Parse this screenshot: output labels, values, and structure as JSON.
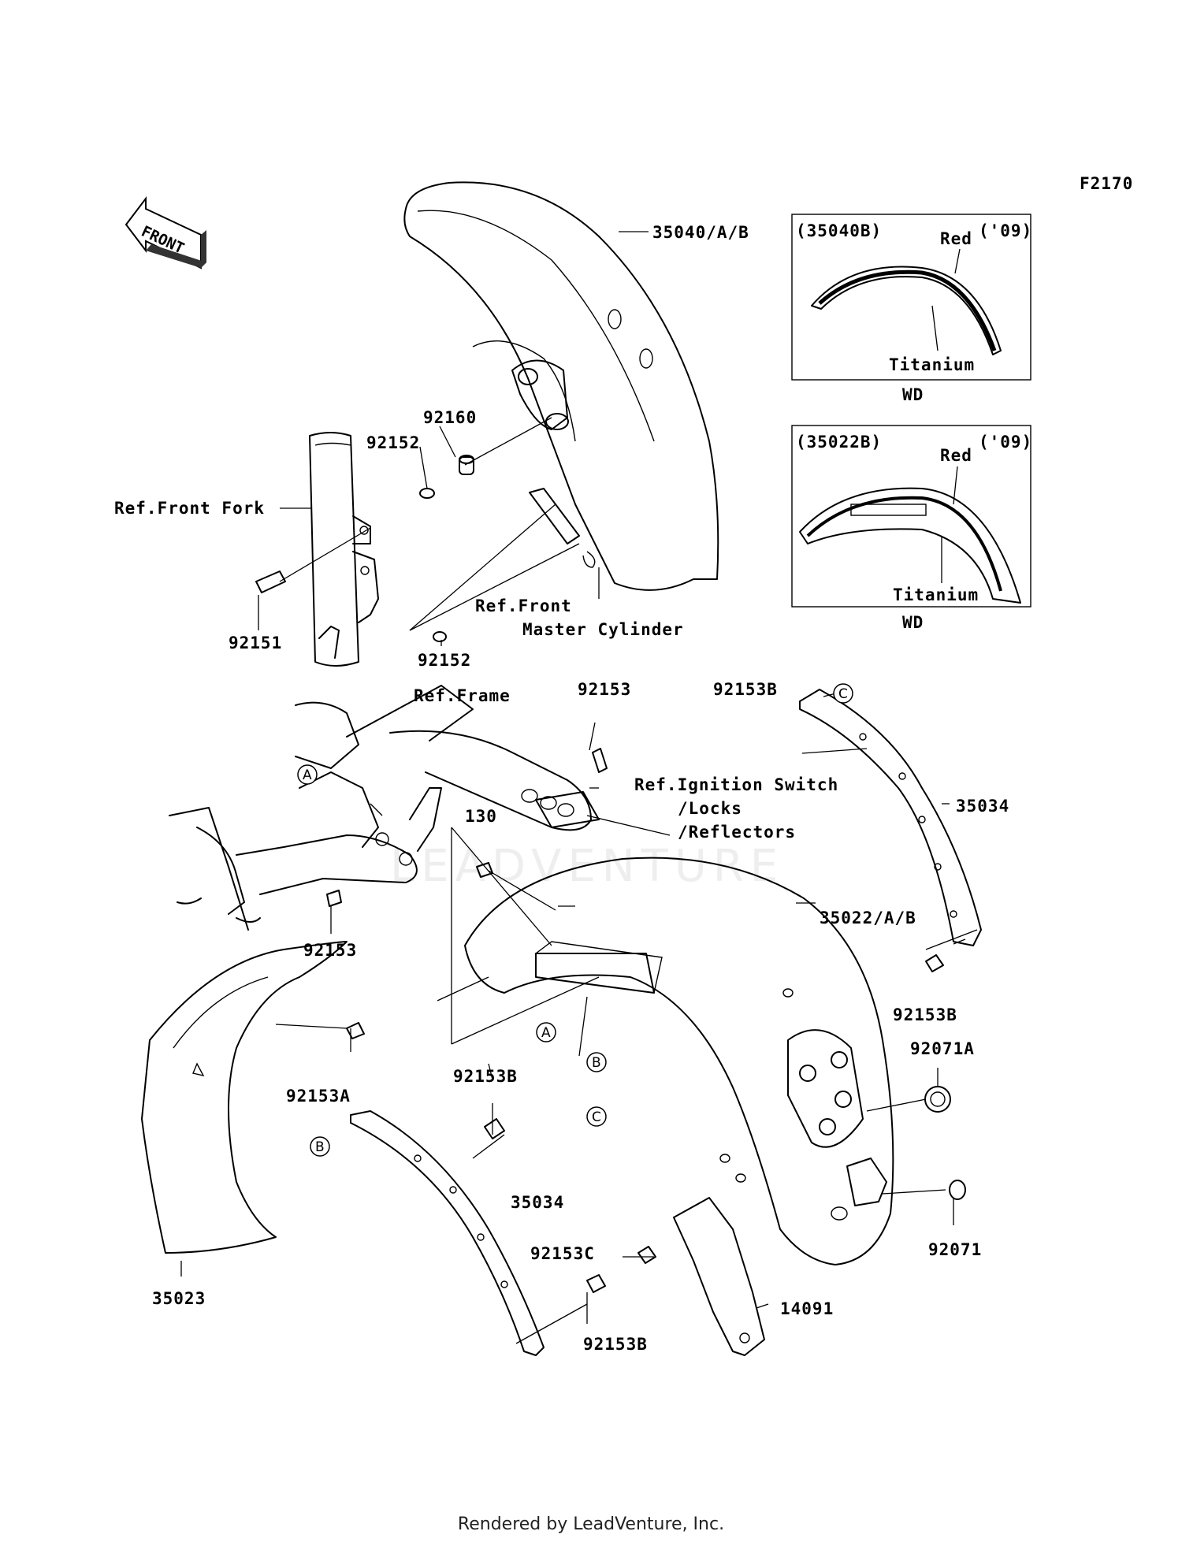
{
  "diagram_code": "F2170",
  "front_label": "FRONT",
  "watermark": "LEADVENTURE",
  "footer": "Rendered by LeadVenture, Inc.",
  "inset_top": {
    "part": "(35040B)",
    "red": "Red",
    "year": "('09)",
    "titanium": "Titanium",
    "variant": "WD"
  },
  "inset_bottom": {
    "part": "(35022B)",
    "red": "Red",
    "year": "('09)",
    "titanium": "Titanium",
    "variant": "WD"
  },
  "labels": {
    "p35040": "35040/A/B",
    "p92160": "92160",
    "p92152_top": "92152",
    "ref_front_fork": "Ref.Front Fork",
    "p92151": "92151",
    "p92152_bottom": "92152",
    "ref_master_1": "Ref.Front",
    "ref_master_2": "Master Cylinder",
    "ref_frame": "Ref.Frame",
    "p92153_top": "92153",
    "p92153b_top": "92153B",
    "ref_ign_1": "Ref.Ignition Switch",
    "ref_ign_2": "/Locks",
    "ref_ign_3": "/Reflectors",
    "p35034_right": "35034",
    "p130": "130",
    "p35022": "35022/A/B",
    "p92153_left": "92153",
    "p92153b_right": "92153B",
    "p92071a": "92071A",
    "p92153a": "92153A",
    "p92153b_mid": "92153B",
    "p35034_left": "35034",
    "p92153c": "92153C",
    "p92071": "92071",
    "p14091": "14091",
    "p35023": "35023",
    "p92153b_bottom": "92153B"
  },
  "callouts": {
    "a": "A",
    "b": "B",
    "c": "C"
  }
}
